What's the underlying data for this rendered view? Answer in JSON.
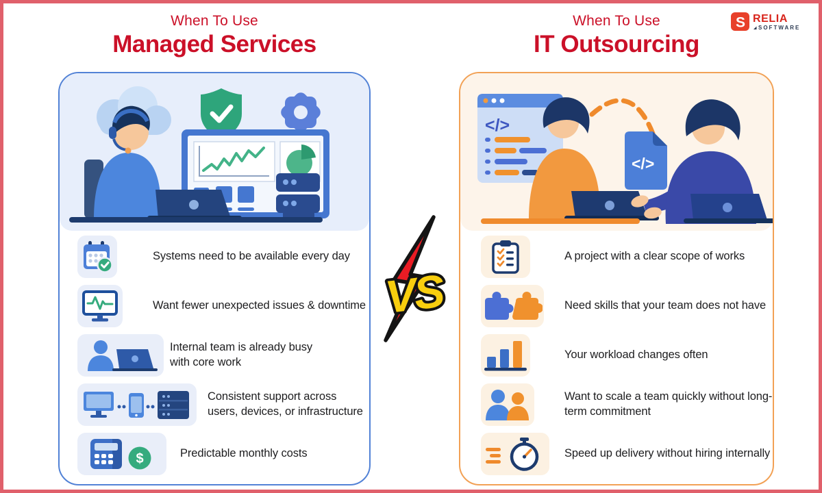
{
  "brand": {
    "name": "RELIA",
    "tagline": "SOFTWARE",
    "mark": "S"
  },
  "vs": {
    "label": "VS"
  },
  "colors": {
    "title_red": "#cb1028",
    "frame_red": "#e0606b",
    "left_accent": "#5282d6",
    "right_accent": "#f2a155",
    "green": "#35ab7e",
    "blue": "#4c86dd",
    "navy": "#1d3b6e",
    "orange": "#f0912d"
  },
  "left": {
    "eyebrow": "When To Use",
    "title": "Managed Services",
    "currency_glyph": "$",
    "items": [
      {
        "icon": "calendar-check",
        "text": "Systems need to be available every day"
      },
      {
        "icon": "monitor-pulse",
        "text": "Want fewer unexpected issues & downtime"
      },
      {
        "icon": "person-laptop",
        "text": "Internal team is already busy with core work"
      },
      {
        "icon": "devices-network",
        "text": "Consistent support across users, devices, or infrastructure"
      },
      {
        "icon": "calculator-dollar",
        "text": "Predictable monthly costs"
      }
    ]
  },
  "right": {
    "eyebrow": "When To Use",
    "title": "IT Outsourcing",
    "illustration": {
      "editor_glyph": "</>",
      "file_glyph": "</>"
    },
    "items": [
      {
        "icon": "clipboard-checklist",
        "text": "A project with a clear scope of works"
      },
      {
        "icon": "puzzle-pieces",
        "text": "Need skills that your team does not have"
      },
      {
        "icon": "bar-chart",
        "text": "Your workload changes often"
      },
      {
        "icon": "people-pair",
        "text": "Want to scale a team quickly without long-term commitment"
      },
      {
        "icon": "stopwatch-speed",
        "text": "Speed up delivery without hiring internally"
      }
    ]
  }
}
